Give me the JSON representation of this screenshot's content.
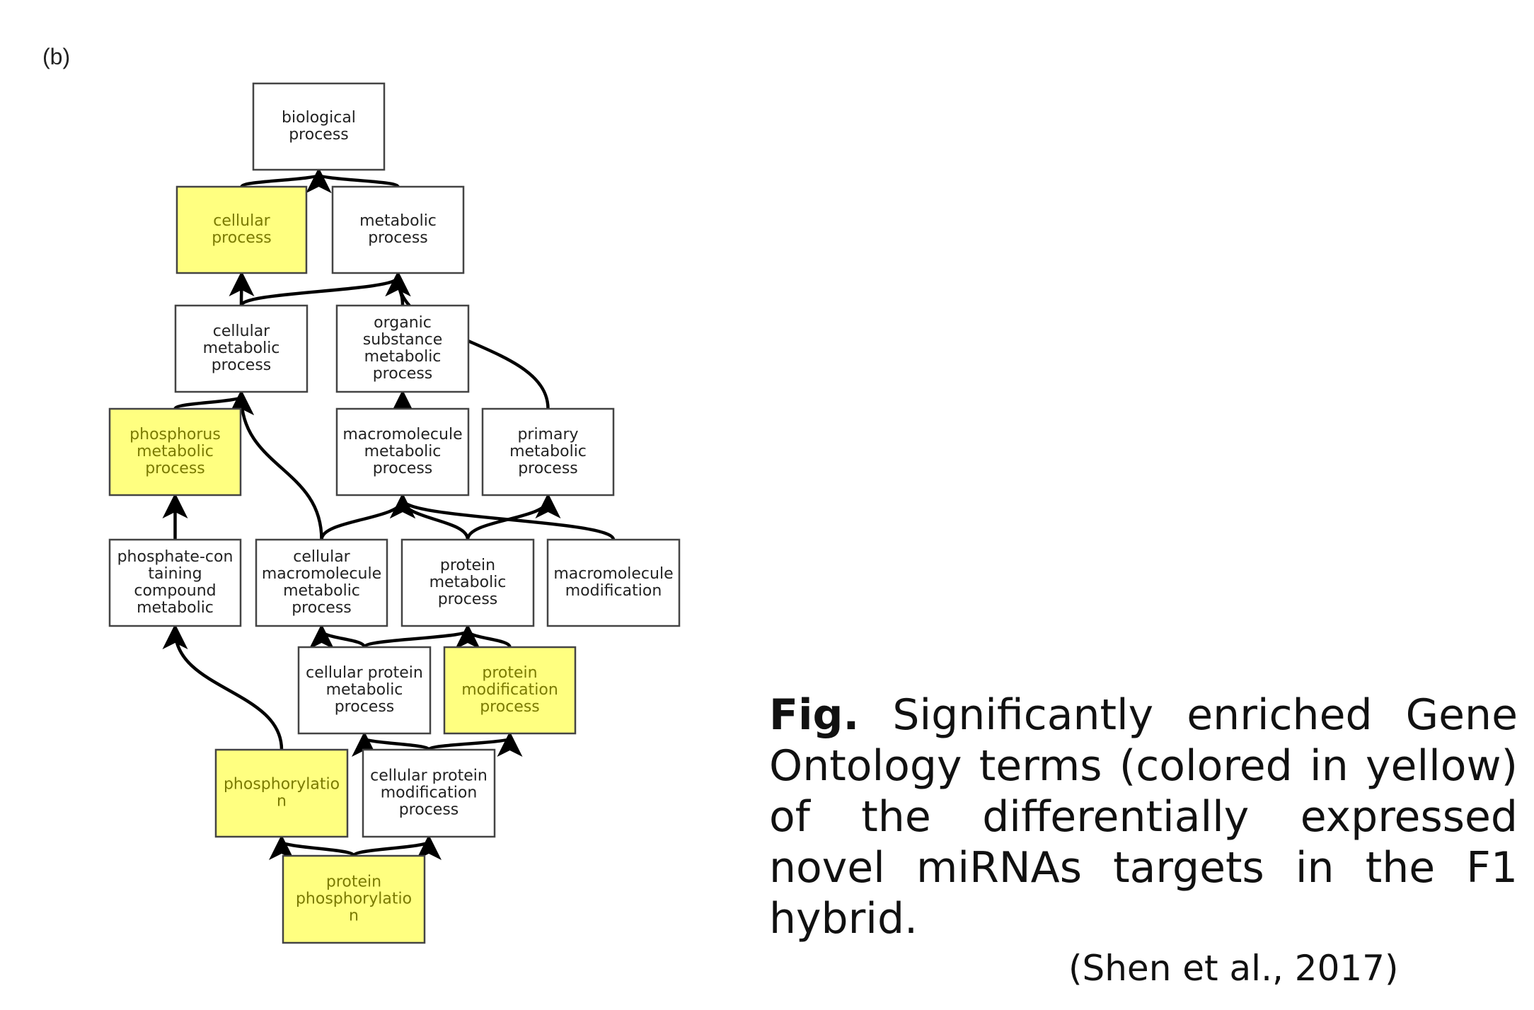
{
  "panel_label": "(b)",
  "caption": {
    "prefix": "Fig.",
    "text": "Significantly enriched Gene Ontology terms (colored in yellow) of the differentially expressed novel miRNAs targets in the F1 hybrid."
  },
  "citation": "(Shen et al., 2017)",
  "colors": {
    "highlight": "#ffff80",
    "plain": "#ffffff",
    "highlight_text": "#7a7a00",
    "plain_text": "#222222"
  },
  "nodes": [
    {
      "id": "biological_process",
      "lines": [
        "biological",
        "process"
      ],
      "highlight": false
    },
    {
      "id": "cellular_process",
      "lines": [
        "cellular",
        "process"
      ],
      "highlight": true
    },
    {
      "id": "metabolic_process",
      "lines": [
        "metabolic",
        "process"
      ],
      "highlight": false
    },
    {
      "id": "cellular_metabolic_process",
      "lines": [
        "cellular",
        "metabolic",
        "process"
      ],
      "highlight": false
    },
    {
      "id": "organic_substance_metabolic_process",
      "lines": [
        "organic",
        "substance",
        "metabolic",
        "process"
      ],
      "highlight": false
    },
    {
      "id": "phosphorus_metabolic_process",
      "lines": [
        "phosphorus",
        "metabolic",
        "process"
      ],
      "highlight": true
    },
    {
      "id": "macromolecule_metabolic_process",
      "lines": [
        "macromolecule",
        "metabolic",
        "process"
      ],
      "highlight": false
    },
    {
      "id": "primary_metabolic_process",
      "lines": [
        "primary",
        "metabolic",
        "process"
      ],
      "highlight": false
    },
    {
      "id": "phosphate_containing_compound_metabolic",
      "lines": [
        "phosphate-con",
        "taining",
        "compound",
        "metabolic"
      ],
      "highlight": false
    },
    {
      "id": "cellular_macromolecule_metabolic_process",
      "lines": [
        "cellular",
        "macromolecule",
        "metabolic",
        "process"
      ],
      "highlight": false
    },
    {
      "id": "protein_metabolic_process",
      "lines": [
        "protein",
        "metabolic",
        "process"
      ],
      "highlight": false
    },
    {
      "id": "macromolecule_modification",
      "lines": [
        "macromolecule",
        "modification"
      ],
      "highlight": false
    },
    {
      "id": "cellular_protein_metabolic_process",
      "lines": [
        "cellular protein",
        "metabolic",
        "process"
      ],
      "highlight": false
    },
    {
      "id": "protein_modification_process",
      "lines": [
        "protein",
        "modification",
        "process"
      ],
      "highlight": true
    },
    {
      "id": "phosphorylation",
      "lines": [
        "phosphorylatio",
        "n"
      ],
      "highlight": true
    },
    {
      "id": "cellular_protein_modification_process",
      "lines": [
        "cellular protein",
        "modification",
        "process"
      ],
      "highlight": false
    },
    {
      "id": "protein_phosphorylation",
      "lines": [
        "protein",
        "phosphorylatio",
        "n"
      ],
      "highlight": true
    }
  ],
  "edges": [
    [
      "cellular_process",
      "biological_process"
    ],
    [
      "metabolic_process",
      "biological_process"
    ],
    [
      "cellular_metabolic_process",
      "cellular_process"
    ],
    [
      "cellular_metabolic_process",
      "metabolic_process"
    ],
    [
      "organic_substance_metabolic_process",
      "metabolic_process"
    ],
    [
      "primary_metabolic_process",
      "metabolic_process"
    ],
    [
      "phosphorus_metabolic_process",
      "cellular_metabolic_process"
    ],
    [
      "cellular_macromolecule_metabolic_process",
      "cellular_metabolic_process"
    ],
    [
      "macromolecule_metabolic_process",
      "organic_substance_metabolic_process"
    ],
    [
      "phosphate_containing_compound_metabolic",
      "phosphorus_metabolic_process"
    ],
    [
      "cellular_macromolecule_metabolic_process",
      "macromolecule_metabolic_process"
    ],
    [
      "protein_metabolic_process",
      "macromolecule_metabolic_process"
    ],
    [
      "protein_metabolic_process",
      "primary_metabolic_process"
    ],
    [
      "macromolecule_modification",
      "macromolecule_metabolic_process"
    ],
    [
      "cellular_protein_metabolic_process",
      "cellular_macromolecule_metabolic_process"
    ],
    [
      "cellular_protein_metabolic_process",
      "protein_metabolic_process"
    ],
    [
      "protein_modification_process",
      "protein_metabolic_process"
    ],
    [
      "cellular_protein_modification_process",
      "cellular_protein_metabolic_process"
    ],
    [
      "cellular_protein_modification_process",
      "protein_modification_process"
    ],
    [
      "phosphorylation",
      "phosphate_containing_compound_metabolic"
    ],
    [
      "protein_phosphorylation",
      "phosphorylation"
    ],
    [
      "protein_phosphorylation",
      "cellular_protein_modification_process"
    ]
  ]
}
